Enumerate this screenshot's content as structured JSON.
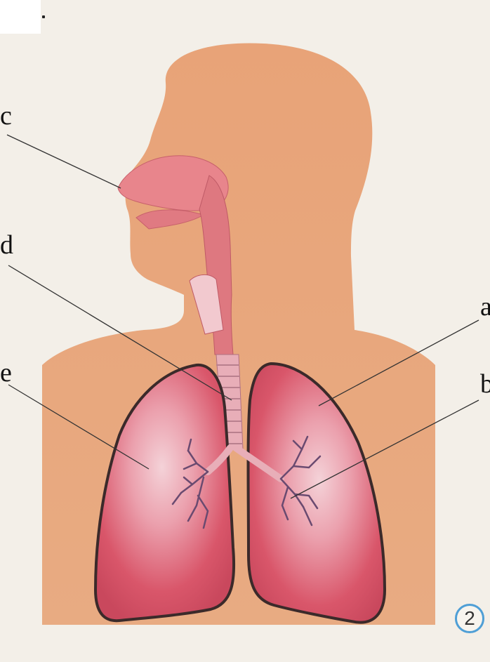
{
  "labels": {
    "a": "a",
    "b": "b",
    "c": "c",
    "d": "d",
    "e": "e"
  },
  "figure_number": "2",
  "colors": {
    "background": "#f3efe8",
    "skin": "#e8a67c",
    "lung": "#d9566a",
    "lung_highlight": "#f1c7cf",
    "airway": "#e27b84",
    "leader_line": "#333333",
    "badge_border": "#4f9fd6"
  }
}
